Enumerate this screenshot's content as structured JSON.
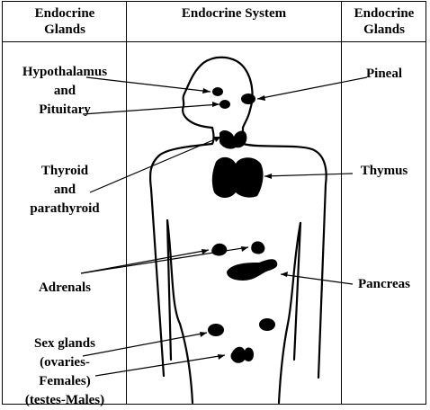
{
  "headers": {
    "left_line1": "Endocrine",
    "left_line2": "Glands",
    "center": "Endocrine System",
    "right_line1": "Endocrine",
    "right_line2": "Glands"
  },
  "left_labels": {
    "hypothalamus_line1": "Hypothalamus",
    "hypothalamus_line2": "and",
    "hypothalamus_line3": "Pituitary",
    "thyroid_line1": "Thyroid",
    "thyroid_line2": "and",
    "thyroid_line3": "parathyroid",
    "adrenals": "Adrenals",
    "sex_line1": "Sex glands",
    "sex_line2": "(ovaries-",
    "sex_line3": "Females)",
    "sex_line4": "(testes-Males)"
  },
  "right_labels": {
    "pineal": "Pineal",
    "thymus": "Thymus",
    "pancreas": "Pancreas"
  }
}
